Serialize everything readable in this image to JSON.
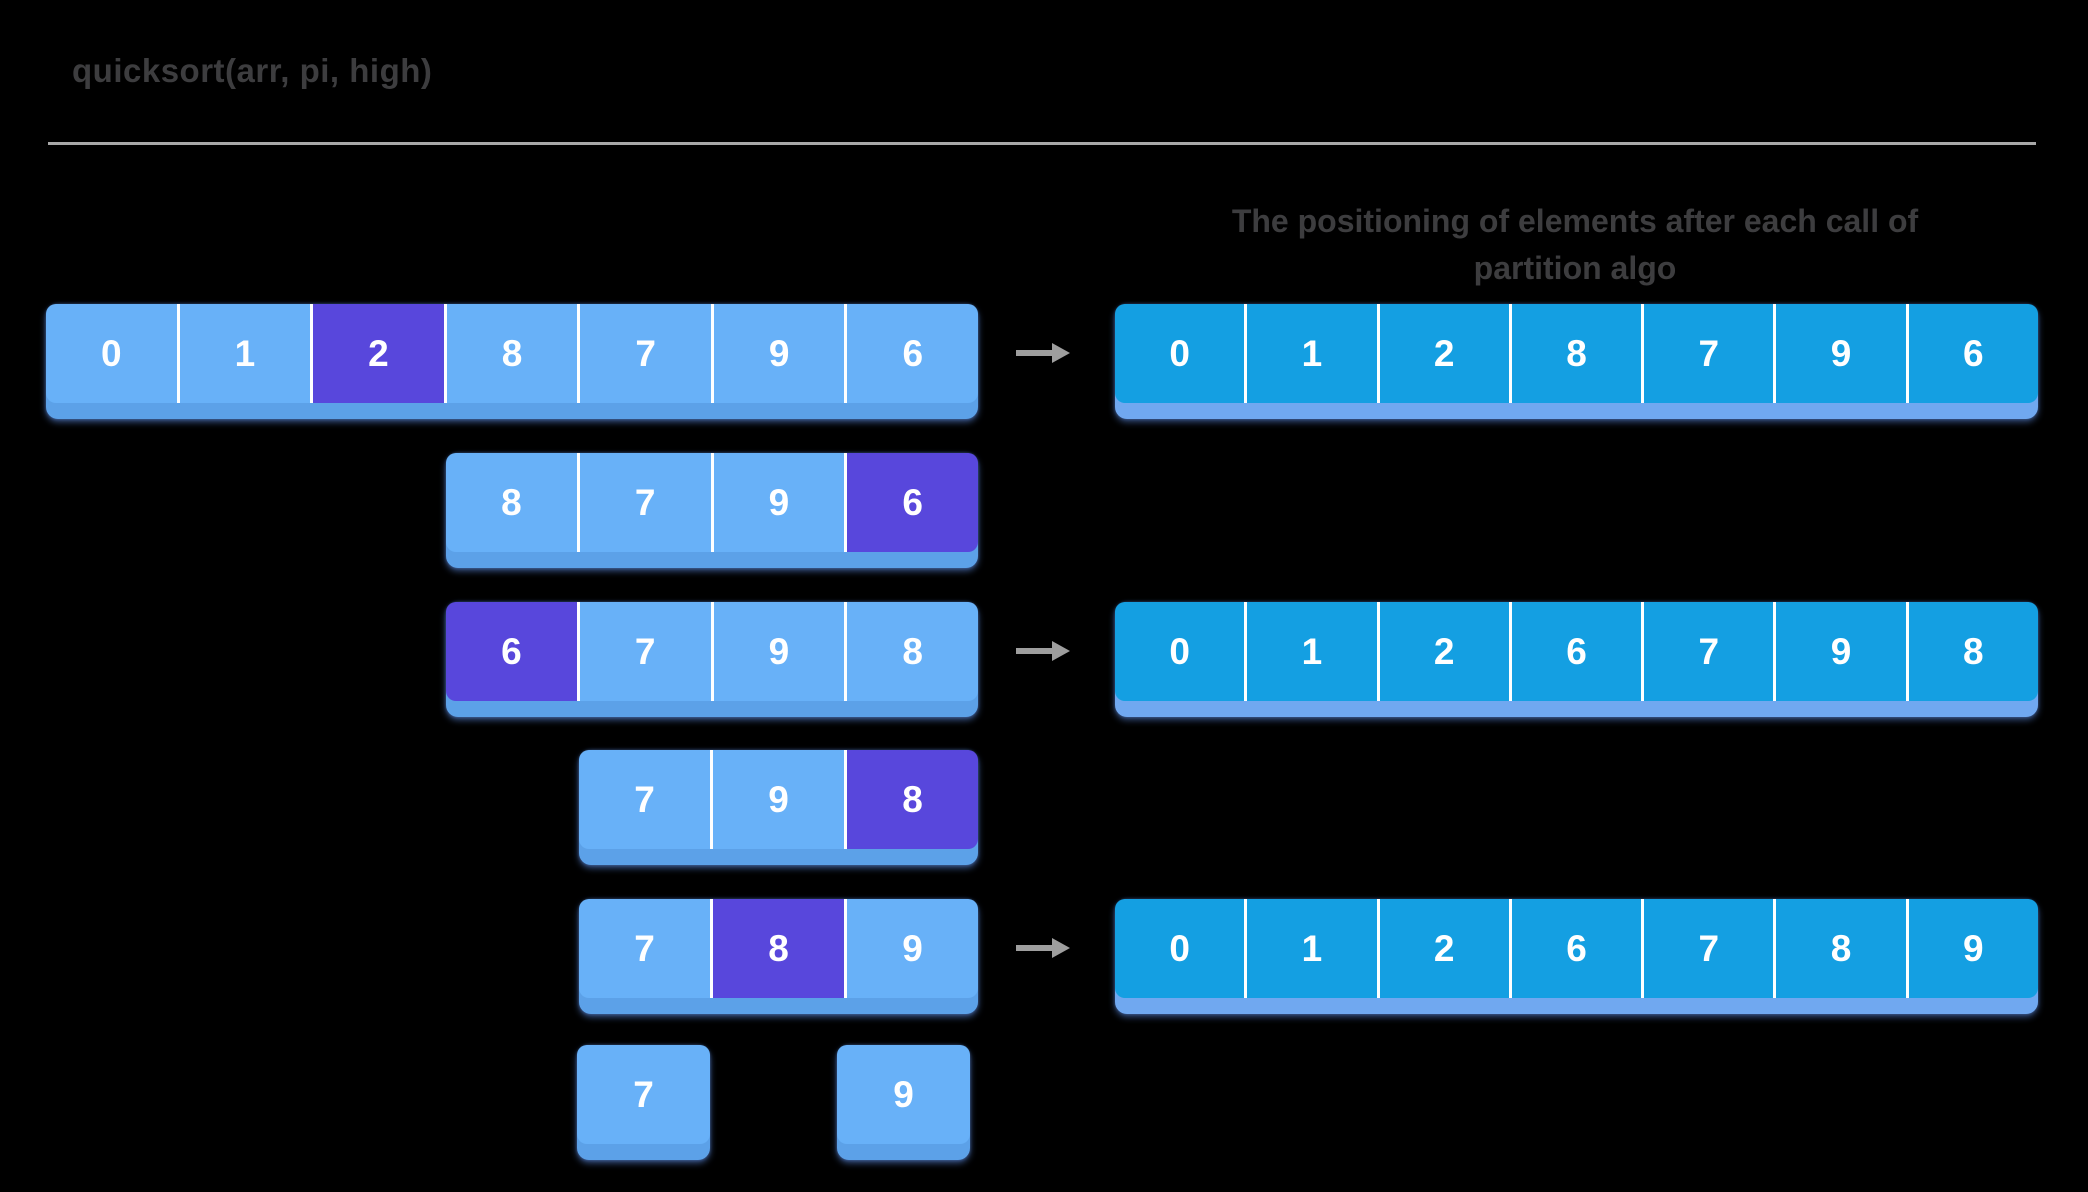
{
  "header": {
    "title": "quicksort(arr, pi, high)"
  },
  "section_title": {
    "line1": "The positioning of elements after each call of",
    "line2": "partition algo"
  },
  "colors": {
    "background": "#000000",
    "heading": "#3d3d3f",
    "rule": "#a8a8a8",
    "left_cell": "#68b1f8",
    "left_lip": "#5ca1e8",
    "right_cell": "#149fe2",
    "right_lip": "#70a8f0",
    "highlight": "#5847dc",
    "divider": "#ffffff",
    "cell_text": "#ffffff",
    "arrow": "#9e9e9e"
  },
  "arrays": {
    "left1": {
      "values": [
        "0",
        "1",
        "2",
        "8",
        "7",
        "9",
        "6"
      ],
      "highlight_index": 2
    },
    "right1": {
      "values": [
        "0",
        "1",
        "2",
        "8",
        "7",
        "9",
        "6"
      ],
      "highlight_index": null
    },
    "left2": {
      "values": [
        "8",
        "7",
        "9",
        "6"
      ],
      "highlight_index": 3
    },
    "left3": {
      "values": [
        "6",
        "7",
        "9",
        "8"
      ],
      "highlight_index": 0
    },
    "right2": {
      "values": [
        "0",
        "1",
        "2",
        "6",
        "7",
        "9",
        "8"
      ],
      "highlight_index": null
    },
    "left4": {
      "values": [
        "7",
        "9",
        "8"
      ],
      "highlight_index": 2
    },
    "left5": {
      "values": [
        "7",
        "8",
        "9"
      ],
      "highlight_index": 1
    },
    "right3": {
      "values": [
        "0",
        "1",
        "2",
        "6",
        "7",
        "8",
        "9"
      ],
      "highlight_index": null
    },
    "left6a": {
      "values": [
        "7"
      ],
      "highlight_index": null
    },
    "left6b": {
      "values": [
        "9"
      ],
      "highlight_index": null
    }
  },
  "arrow_icon": "right-arrow"
}
